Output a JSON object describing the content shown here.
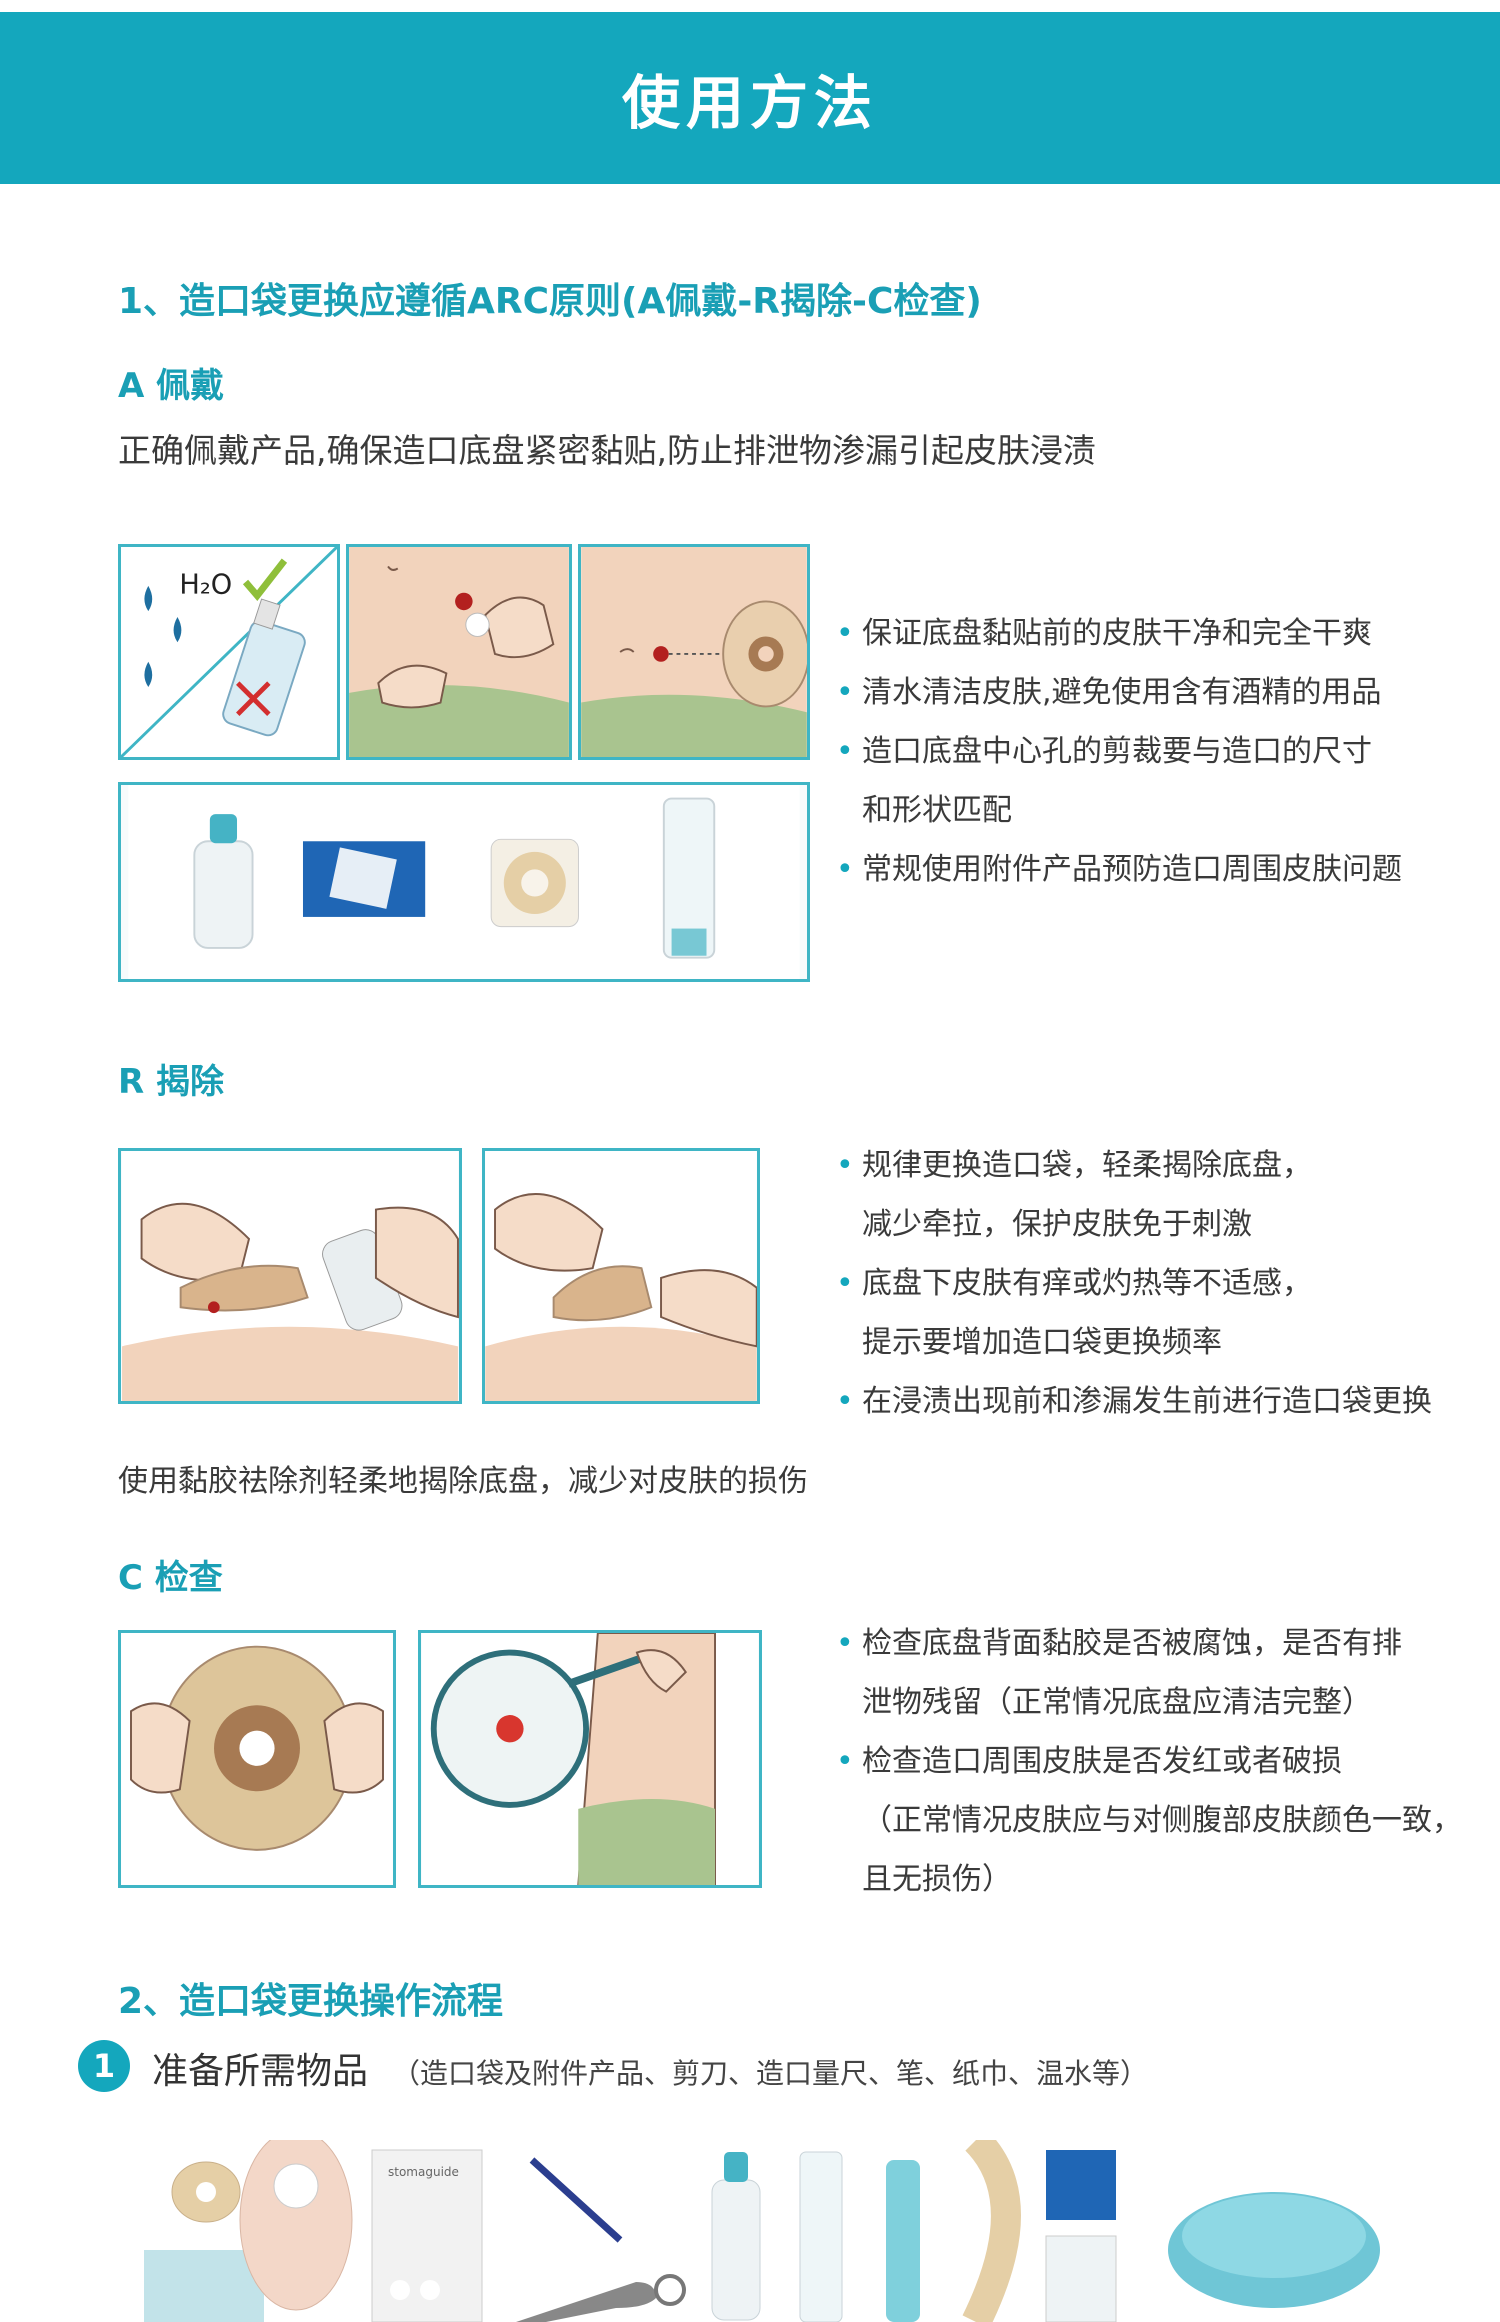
{
  "header": {
    "title": "使用方法"
  },
  "section1": {
    "title": "1、造口袋更换应遵循ARC原则(A佩戴-R揭除-C检查)",
    "A": {
      "heading": "A 佩戴",
      "desc": "正确佩戴产品,确保造口底盘紧密黏贴,防止排泄物渗漏引起皮肤浸渍",
      "h2o_label": "H₂O",
      "bullets": [
        "保证底盘黏贴前的皮肤干净和完全干爽",
        "清水清洁皮肤,避免使用含有酒精的用品",
        "造口底盘中心孔的剪裁要与造口的尺寸",
        "和形状匹配",
        "常规使用附件产品预防造口周围皮肤问题"
      ]
    },
    "R": {
      "heading": "R 揭除",
      "bullets": [
        "规律更换造口袋，轻柔揭除底盘，",
        "减少牵拉，保护皮肤免于刺激",
        "底盘下皮肤有痒或灼热等不适感，",
        "提示要增加造口袋更换频率",
        "在浸渍出现前和渗漏发生前进行造口袋更换"
      ],
      "desc": "使用黏胶祛除剂轻柔地揭除底盘，减少对皮肤的损伤"
    },
    "C": {
      "heading": "C 检查",
      "bullets": [
        "检查底盘背面黏胶是否被腐蚀，是否有排",
        "泄物残留（正常情况底盘应清洁完整）",
        "检查造口周围皮肤是否发红或者破损",
        "（正常情况皮肤应与对侧腹部皮肤颜色一致，",
        "且无损伤）"
      ]
    }
  },
  "section2": {
    "title": "2、造口袋更换操作流程",
    "step1": {
      "number": "1",
      "title": "准备所需物品",
      "note": "（造口袋及附件产品、剪刀、造口量尺、笔、纸巾、温水等）",
      "box_label": "stomaguide"
    }
  },
  "colors": {
    "accent": "#14a7bd",
    "panel_border": "#3fb5c5",
    "skin": "#f2d3bc",
    "green_cloth": "#a9c48f"
  }
}
